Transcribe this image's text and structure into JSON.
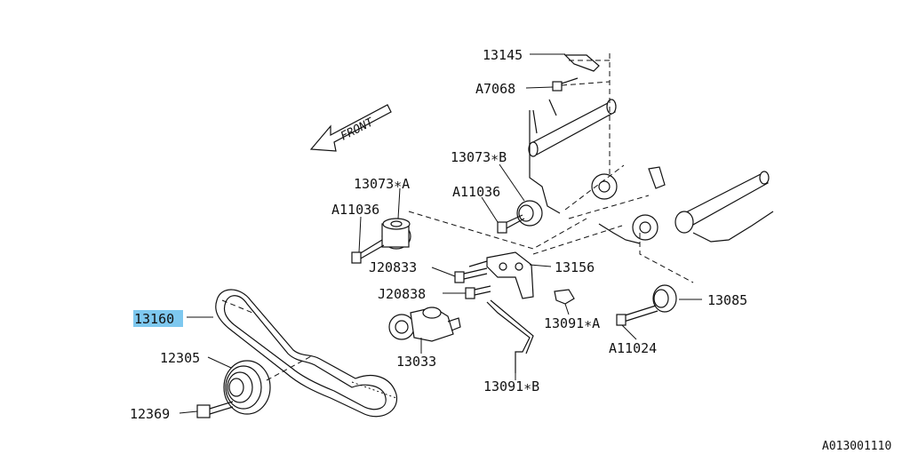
{
  "diagram_id": "A013001110",
  "front_label": "FRONT",
  "highlight_color": "#7ec8ef",
  "parts": [
    {
      "id": "p13145",
      "label": "13145"
    },
    {
      "id": "pA7068",
      "label": "A7068"
    },
    {
      "id": "p13073B",
      "label": "13073∗B"
    },
    {
      "id": "p13073A",
      "label": "13073∗A"
    },
    {
      "id": "pA11036a",
      "label": "A11036"
    },
    {
      "id": "pA11036b",
      "label": "A11036"
    },
    {
      "id": "pJ20833",
      "label": "J20833"
    },
    {
      "id": "p13156",
      "label": "13156"
    },
    {
      "id": "pJ20838",
      "label": "J20838"
    },
    {
      "id": "p13091A",
      "label": "13091∗A"
    },
    {
      "id": "p13085",
      "label": "13085"
    },
    {
      "id": "pA11024",
      "label": "A11024"
    },
    {
      "id": "p13160",
      "label": "13160",
      "highlighted": true
    },
    {
      "id": "p13033",
      "label": "13033"
    },
    {
      "id": "p12305",
      "label": "12305"
    },
    {
      "id": "p13091B",
      "label": "13091∗B"
    },
    {
      "id": "p12369",
      "label": "12369"
    }
  ]
}
